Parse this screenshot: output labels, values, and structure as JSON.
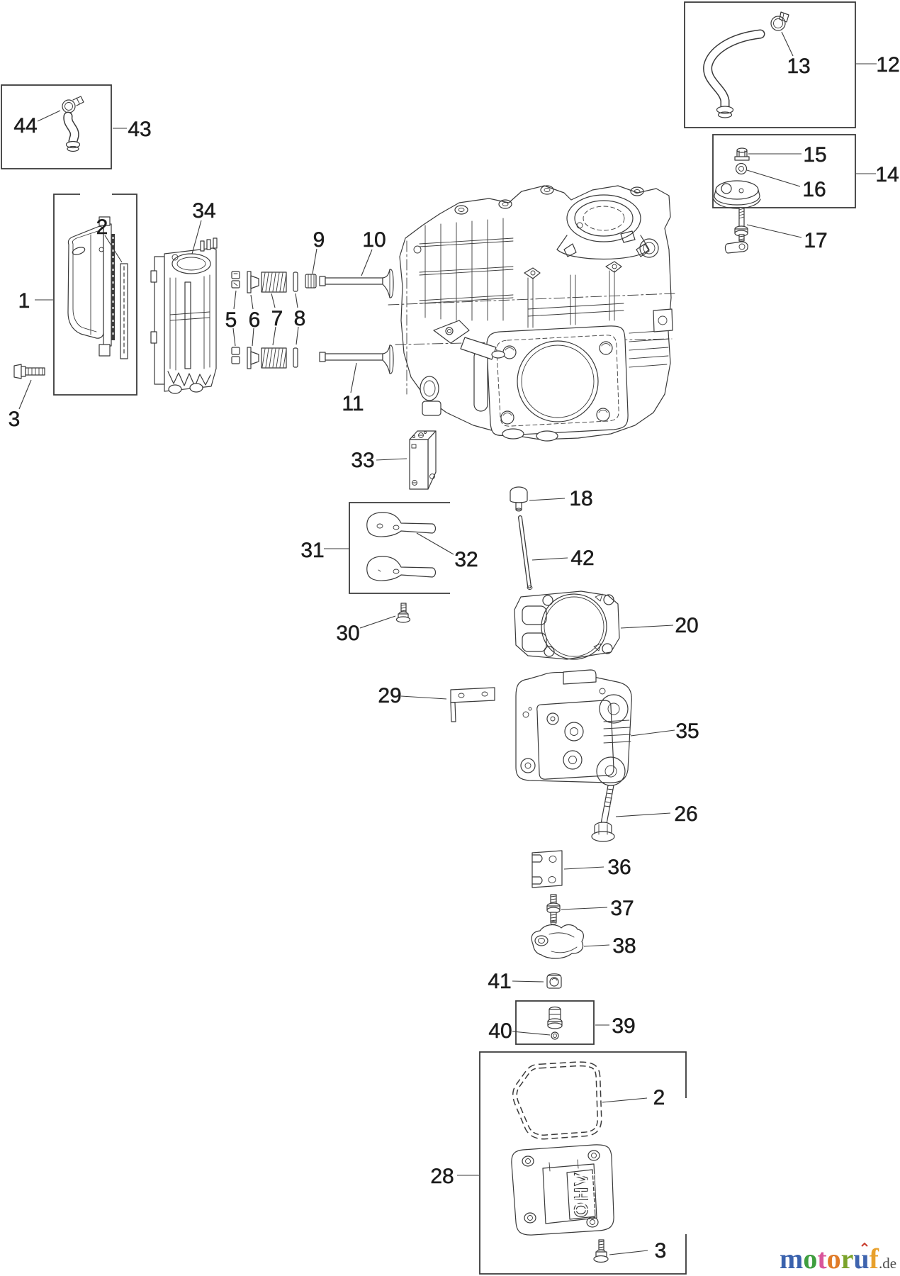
{
  "colors": {
    "line": "#3a3a3a",
    "label": "#1c1c1c",
    "background": "#ffffff",
    "logo_suffix": "#4a4a4a",
    "logo_accent": "#c93b2c"
  },
  "callouts": {
    "n1": "1",
    "n2a": "2",
    "n2b": "2",
    "n3a": "3",
    "n3b": "3",
    "n5": "5",
    "n6": "6",
    "n7": "7",
    "n8": "8",
    "n9": "9",
    "n10": "10",
    "n11": "11",
    "n12": "12",
    "n13": "13",
    "n14": "14",
    "n15": "15",
    "n16": "16",
    "n17": "17",
    "n18": "18",
    "n20": "20",
    "n26": "26",
    "n28": "28",
    "n29": "29",
    "n30": "30",
    "n31": "31",
    "n32": "32",
    "n33": "33",
    "n34": "34",
    "n35": "35",
    "n36": "36",
    "n37": "37",
    "n38": "38",
    "n39": "39",
    "n40": "40",
    "n41": "41",
    "n42": "42",
    "n43": "43",
    "n44": "44"
  },
  "cover_text": "OHV",
  "branding": {
    "letters": [
      {
        "ch": "m",
        "color": "#3a62ad"
      },
      {
        "ch": "o",
        "color": "#3f9e3f"
      },
      {
        "ch": "t",
        "color": "#d9559b"
      },
      {
        "ch": "o",
        "color": "#e07b28"
      },
      {
        "ch": "r",
        "color": "#7ba32b"
      },
      {
        "ch": "u",
        "color": "#3f64ae"
      },
      {
        "ch": "f",
        "color": "#e8a02b"
      }
    ],
    "suffix": ".de"
  }
}
